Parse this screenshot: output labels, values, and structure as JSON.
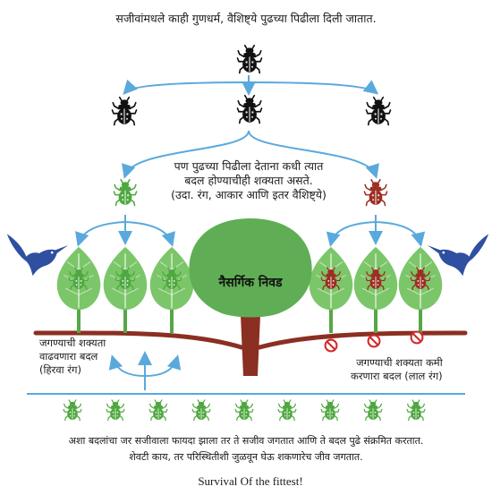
{
  "header_text": "सजीवांमधले काही गुणधर्म, वैशिष्ट्ये पुढच्या पिढीला दिली जातात.",
  "variation_text": {
    "line1": "पण पुढच्या पिढीला देताना कधी त्यात",
    "line2": "बदल होण्याचीही शक्यता असते.",
    "line3": "(उदा. रंग, आकार आणि इतर वैशिष्ट्ये)"
  },
  "natural_selection_label": "नैसर्गिक निवड",
  "favorable_change": {
    "line1": "जगण्याची शक्यता",
    "line2": "वाढवणारा बदल",
    "line3": "(हिरवा रंग)"
  },
  "unfavorable_change": {
    "line1": "जगण्याची शक्यता कमी",
    "line2": "करणारा बदल (लाल रंग)"
  },
  "conclusion_text": {
    "line1": "अशा बदलांचा जर सजीवाला फायदा झाला तर ते सजीव जगतात आणि ते बदल पुढे संक्रमित करतात.",
    "line2": "शेवटी काय, तर परिस्थितीशी जुळवून घेऊ शकणारेच जीव जगतात."
  },
  "footer_text": "Survival Of the fittest!",
  "colors": {
    "arrow": "#5aa9dd",
    "beetle_black": "#111111",
    "beetle_green": "#4ea83f",
    "beetle_red": "#9b2f22",
    "leaf_light": "#7cc66a",
    "leaf_dark": "#56a746",
    "tree_center": "#5fae55",
    "trunk": "#8b2f22",
    "bird": "#2f4fa0",
    "prohibit": "#d22a2a"
  }
}
